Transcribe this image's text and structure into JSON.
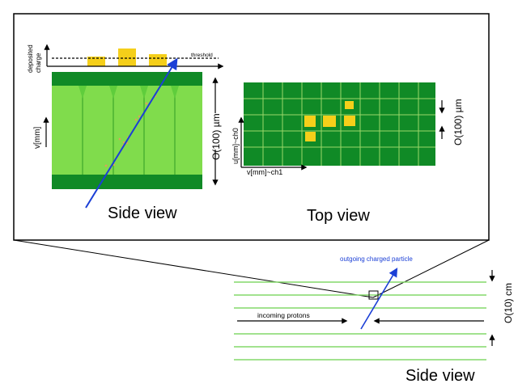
{
  "zoom_panel": {
    "charge_axis_label": [
      "deposited",
      "charge"
    ],
    "threshold_label": "threshold",
    "v_axis_label": "v[mm]",
    "thickness_label": "O(100) µm",
    "side_view_title": "Side view",
    "top_view": {
      "u_axis_label": "u[mm]~ch0",
      "v_axis_label": "v[mm]~ch1",
      "pitch_label": "O(100) µm",
      "title": "Top view"
    }
  },
  "detector": {
    "particle_label": "outgoing charged particle",
    "beam_label": "incoming protons",
    "spacing_label": "O(10) cm",
    "title": "Side view"
  },
  "colors": {
    "pixel_dark": "#108a26",
    "pixel_light": "#84e04e",
    "pixel_mid": "#5fcd3c",
    "grid_line": "#9bd86a",
    "charge_yellow": "#f5cf1a",
    "track_blue": "#1b3fd6",
    "hit_orange": "#d9a35a",
    "plane_green": "#84d96a"
  }
}
